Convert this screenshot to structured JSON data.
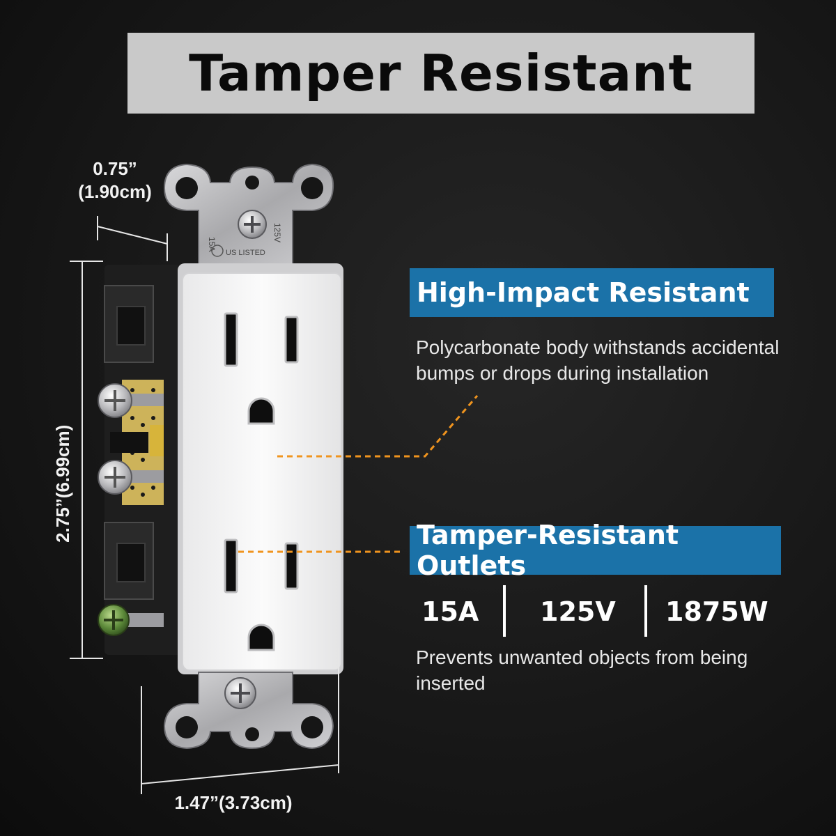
{
  "title": "Tamper Resistant",
  "dimensions": {
    "depth_in": "0.75”",
    "depth_cm": "(1.90cm)",
    "height": "2.75”(6.99cm)",
    "width": "1.47”(3.73cm)"
  },
  "features": [
    {
      "heading": "High-Impact Resistant",
      "description": "Polycarbonate body withstands accidental bumps or drops during installation"
    },
    {
      "heading": "Tamper-Resistant Outlets",
      "description": "Prevents unwanted objects from being inserted"
    }
  ],
  "specs": [
    "15A",
    "125V",
    "1875W"
  ],
  "strap_markings": {
    "left": "15A",
    "right": "125V",
    "listing": "US LISTED"
  },
  "colors": {
    "accent_blue": "#1b72a8",
    "callout_orange": "#f0941e",
    "title_box": "#c9c9c9",
    "background": "#141414"
  }
}
